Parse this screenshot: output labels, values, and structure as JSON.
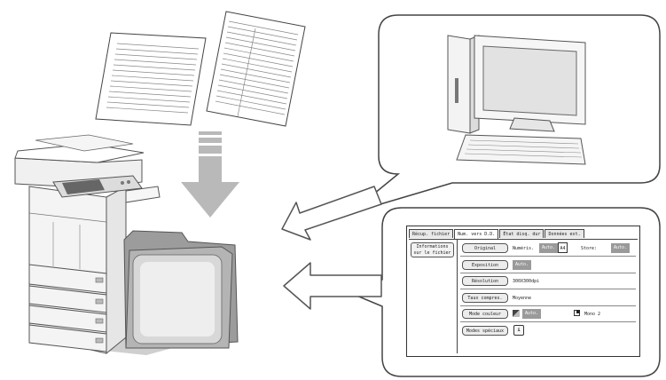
{
  "screen": {
    "tabs": [
      {
        "label": "Récup. fichier"
      },
      {
        "label": "Num. vers D.D."
      },
      {
        "label": "État disq. dur"
      },
      {
        "label": "Données ext."
      }
    ],
    "side_button": {
      "line1": "Informations",
      "line2": "sur le fichier"
    },
    "rows": {
      "original": {
        "button": "Original",
        "value": "Numéris.",
        "auto": "Auto.",
        "size": "A4",
        "store_label": "Store:",
        "store_auto": "Auto."
      },
      "exposition": {
        "button": "Exposition",
        "auto": "Auto."
      },
      "resolution": {
        "button": "Résolution",
        "value": "300X300dpi"
      },
      "taux": {
        "button": "Taux compres.",
        "value": "Moyenne"
      },
      "mode": {
        "button": "Mode couleur",
        "auto": "Auto.",
        "mono": "Mono 2"
      },
      "modes_speciaux": {
        "button": "Modes spéciaux"
      }
    }
  },
  "colors": {
    "arrow_fill": "#ffffff",
    "arrow_stroke": "#555555",
    "down_arrow": "#b9b9b9",
    "bubble_stroke": "#444444",
    "folder": "#a8a8a8"
  }
}
